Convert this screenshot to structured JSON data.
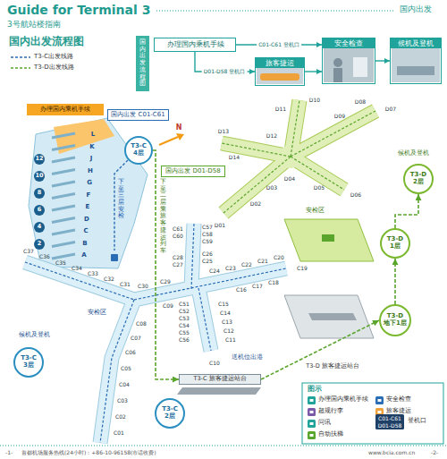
{
  "diagram": {
    "title": "Guide for Terminal 3",
    "nodes": [
      {
        "text": [
          "国内出发流程图"
        ]
      },
      {
        "text": [
          "办理国内乘机手续"
        ]
      },
      {
        "text": [
          "旅客捷运"
        ]
      },
      {
        "text": [
          "安全检查"
        ]
      },
      {
        "text": [
          "候机及登机"
        ]
      },
      {
        "text": [
          "办理国内乘机手续"
        ]
      },
      {
        "text": [
          "国内出发 C01-C61"
        ]
      },
      {
        "text": [
          "T3-C 4层"
        ]
      },
      {
        "text": [
          "国内出发 D01-D58"
        ]
      },
      {
        "text": [
          "T3-D 2层"
        ]
      },
      {
        "text": [
          "T3-D 1层"
        ]
      },
      {
        "text": [
          "T3-D 地下1层"
        ]
      },
      {
        "text": [
          "T3-C 3层"
        ]
      },
      {
        "text": [
          "T3-C 旅客捷运站台"
        ]
      },
      {
        "text": [
          "T3-C 2层"
        ]
      }
    ],
    "edges": [
      {
        "from": 1,
        "to": 3,
        "label": "C01-C61 登机口",
        "arrow": "to"
      },
      {
        "from": 1,
        "to": 2,
        "label": "D01-D58 登机口",
        "arrow": "to"
      },
      {
        "from": 2,
        "to": 3,
        "arrow": "to"
      },
      {
        "from": 3,
        "to": 4,
        "arrow": "to"
      },
      {
        "from": 7,
        "to": 13,
        "arrow": "to"
      },
      {
        "from": 13,
        "to": 11,
        "arrow": "to"
      },
      {
        "from": 11,
        "to": 10,
        "arrow": "to"
      },
      {
        "from": 10,
        "to": 9,
        "arrow": "to"
      }
    ],
    "labels": [
      "3号航站楼指南",
      "国内出发",
      "国内出发流程图",
      "N",
      "下至二层乘旅客捷运列车",
      "下至三层安检",
      "L",
      "K",
      "J",
      "H",
      "G",
      "F",
      "E",
      "D",
      "C",
      "B",
      "A",
      "12",
      "10",
      "8",
      "6",
      "4",
      "2",
      "C01",
      "C02",
      "C03",
      "C04",
      "C05",
      "C06",
      "C07",
      "C08",
      "C09",
      "C10",
      "C11",
      "C12",
      "C13",
      "C14",
      "C15",
      "C16",
      "C17",
      "C18",
      "C19",
      "C20",
      "C21",
      "C22",
      "C23",
      "C24",
      "C25",
      "C26",
      "C27",
      "C28",
      "C29",
      "C30",
      "C31",
      "C32",
      "C33",
      "C34",
      "C35",
      "C36",
      "C37",
      "C51",
      "C52",
      "C53",
      "C54",
      "C55",
      "C56",
      "C57",
      "C58",
      "C59",
      "C60",
      "C61",
      "D01",
      "D02",
      "D03",
      "D04",
      "D05",
      "D06",
      "D07",
      "D08",
      "D09",
      "D10",
      "D11",
      "D12",
      "D13",
      "D14",
      "安检区",
      "安检区",
      "候机及登机",
      "候机及登机",
      "送机位出港",
      "T3-D 旅客捷运站台",
      "图示",
      "C01-C61",
      "D01-D58",
      "-1-",
      "首都机场服务热线(24小时)：+86-10-96158(市话收费)",
      "www.bcia.com.cn",
      "-2-"
    ],
    "legend": [
      {
        "text": "T3-C出发线路"
      },
      {
        "text": "T3-D出发线路"
      },
      {
        "text": "办理国内乘机手续"
      },
      {
        "text": "安全检查"
      },
      {
        "text": "超规行李"
      },
      {
        "text": "旅客捷运"
      },
      {
        "text": "问讯"
      },
      {
        "text": "登机口"
      },
      {
        "text": "自动扶梯"
      }
    ]
  }
}
